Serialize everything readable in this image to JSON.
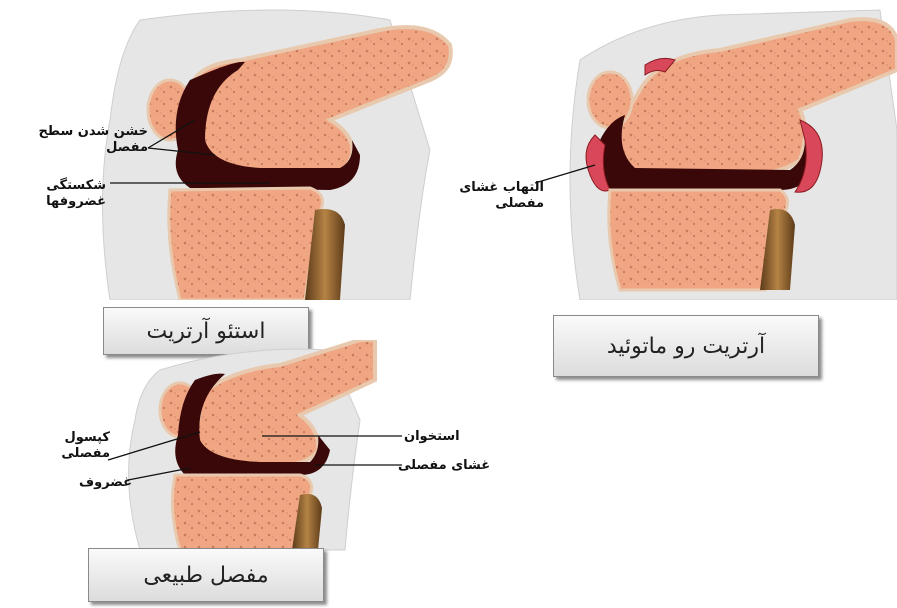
{
  "osteoarthritis": {
    "caption": "استئو آرتریت",
    "label_rough_surface": [
      "خشن شدن سطح",
      "مفصل"
    ],
    "label_cartilage_break": [
      "شکستگی",
      "غضروفها"
    ]
  },
  "rheumatoid": {
    "caption": "آرتریت رو ماتوئید",
    "label_inflammation": [
      "التهاب غشای",
      "مفصلی"
    ]
  },
  "normal": {
    "caption": "مفصل طبیعی",
    "label_capsule": [
      "کپسول",
      "مفصلی"
    ],
    "label_cartilage": "غضروف",
    "label_bone": "استخوان",
    "label_membrane": "غشای مفصلی"
  },
  "colors": {
    "bone": "#f0a583",
    "bone_edge": "#e8c9ae",
    "joint_space": "#3a0808",
    "inflamed": "#d9485a",
    "skin": "#e6e6e6",
    "fibula": "#8a5a2a"
  }
}
